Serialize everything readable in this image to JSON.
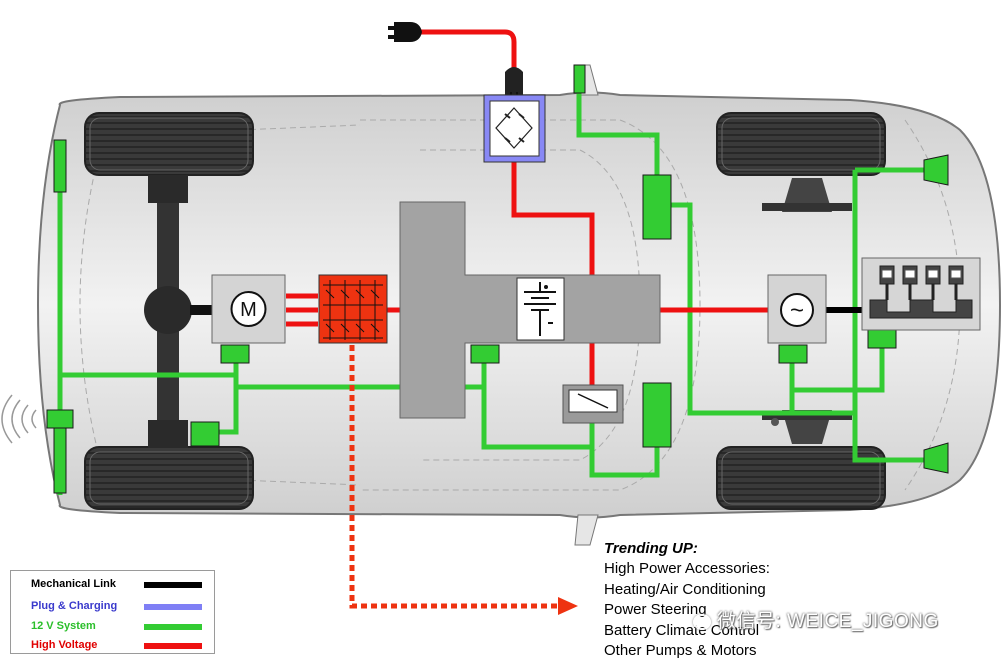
{
  "legend": {
    "items": [
      {
        "label": "Mechanical Link",
        "label_color": "#000000",
        "line_color": "#000000"
      },
      {
        "label": "Plug & Charging",
        "label_color": "#3a3acc",
        "line_color": "#7f7ff5"
      },
      {
        "label": "12 V System",
        "label_color": "#2bbf2b",
        "line_color": "#33cc33"
      },
      {
        "label": "High Voltage",
        "label_color": "#e00000",
        "line_color": "#ee1111"
      }
    ]
  },
  "motor": {
    "symbol": "M"
  },
  "generator": {
    "symbol": "~"
  },
  "trend": {
    "title": "Trending UP:",
    "items": [
      "High Power Accessories:",
      "Heating/Air Conditioning",
      "Power Steering",
      "Battery Climate Control",
      "Other Pumps & Motors"
    ]
  },
  "watermark": {
    "text": "微信号: WEICE_JIGONG"
  },
  "colors": {
    "high_voltage": "#ee1111",
    "twelve_volt": "#33cc33",
    "plug_charging": "#7f7ff5",
    "mechanical": "#000000",
    "inverter": "#ee3311",
    "car_body": "#d9d9d9"
  }
}
